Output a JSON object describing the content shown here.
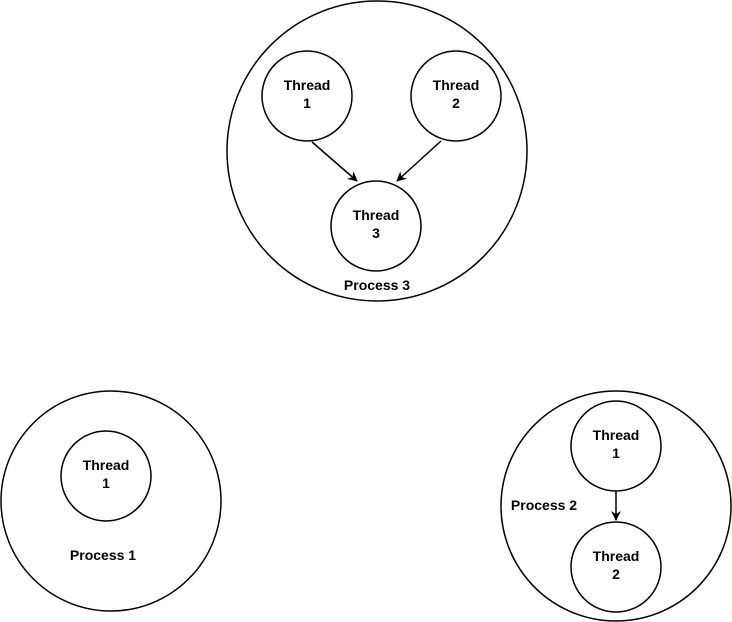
{
  "colors": {
    "stroke": "#000000",
    "fill": "#ffffff",
    "text": "#000000"
  },
  "process3": {
    "label": "Process 3",
    "thread1": {
      "word": "Thread",
      "num": "1"
    },
    "thread2": {
      "word": "Thread",
      "num": "2"
    },
    "thread3": {
      "word": "Thread",
      "num": "3"
    }
  },
  "process1": {
    "label": "Process 1",
    "thread1": {
      "word": "Thread",
      "num": "1"
    }
  },
  "process2": {
    "label": "Process 2",
    "thread1": {
      "word": "Thread",
      "num": "1"
    },
    "thread2": {
      "word": "Thread",
      "num": "2"
    }
  },
  "edges": [
    {
      "from": "process3.thread1",
      "to": "process3.thread3"
    },
    {
      "from": "process3.thread2",
      "to": "process3.thread3"
    },
    {
      "from": "process2.thread1",
      "to": "process2.thread2"
    }
  ]
}
